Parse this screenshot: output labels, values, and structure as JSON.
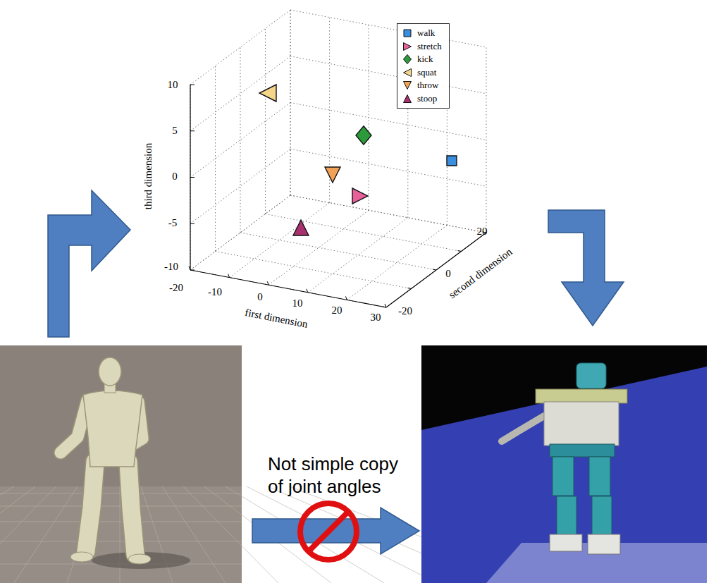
{
  "diagram": {
    "labels": [
      "10",
      "5",
      "0",
      "-5",
      "-10",
      "third dimension",
      "-20",
      "-10",
      "0",
      "10",
      "20",
      "30",
      "first dimension",
      "20",
      "0",
      "-20",
      "second dimension",
      "Not simple copy of joint angles"
    ],
    "legend": [
      {
        "text": "walk",
        "color": "#3a8ee0"
      },
      {
        "text": "stretch",
        "color": "#e8609a"
      },
      {
        "text": "kick",
        "color": "#2a9a3a"
      },
      {
        "text": "squat",
        "color": "#f4d58a"
      },
      {
        "text": "throw",
        "color": "#f2a256"
      },
      {
        "text": "stoop",
        "color": "#a8306e"
      }
    ]
  }
}
